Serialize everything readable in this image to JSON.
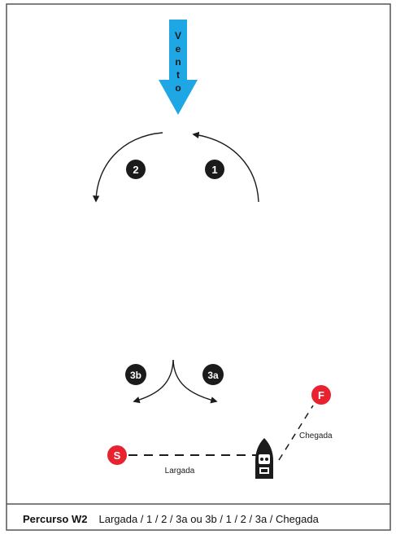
{
  "wind": {
    "label": "Vento",
    "letters": [
      "V",
      "e",
      "n",
      "t",
      "o"
    ],
    "color": "#1ea7e4"
  },
  "marks": {
    "m1": "1",
    "m2": "2",
    "m3a": "3a",
    "m3b": "3b",
    "start": "S",
    "finish": "F"
  },
  "lines": {
    "start_label": "Largada",
    "finish_label": "Chegada"
  },
  "footer": {
    "title": "Percurso W2",
    "sequence": "Largada / 1 / 2 / 3a ou 3b / 1 / 2 / 3a / Chegada"
  },
  "colors": {
    "mark": "#1b1b1b",
    "start_finish": "#e8232f",
    "wind": "#1ea7e4"
  }
}
